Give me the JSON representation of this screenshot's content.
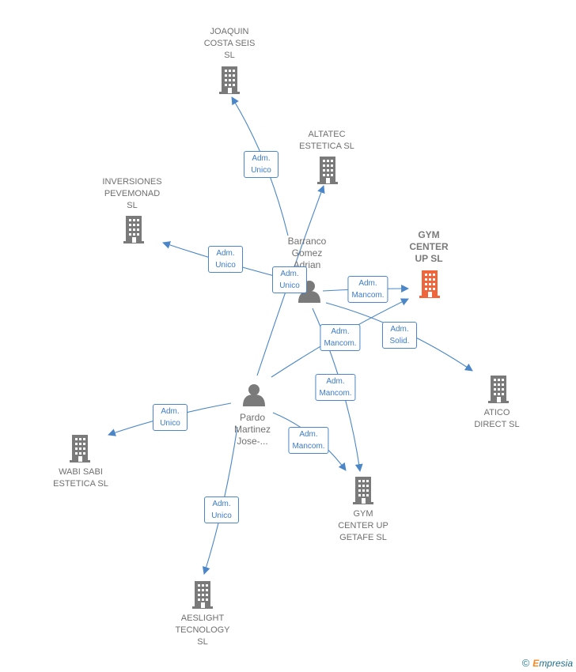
{
  "colors": {
    "edge": "#4a86c8",
    "building": "#7a7a7a",
    "focus_building": "#f0653a",
    "person": "#7a7a7a"
  },
  "nodes": {
    "joaquin": {
      "label": "JOAQUIN\nCOSTA SEIS\nSL",
      "type": "company"
    },
    "altatec": {
      "label": "ALTATEC\nESTETICA  SL",
      "type": "company"
    },
    "inversiones": {
      "label": "INVERSIONES\nPEVEMONAD\nSL",
      "type": "company"
    },
    "gym_center": {
      "label": "GYM\nCENTER\nUP  SL",
      "type": "company-focus"
    },
    "barranco": {
      "label": "Barranco\nGomez\nAdrian",
      "type": "person"
    },
    "atico": {
      "label": "ATICO\nDIRECT  SL",
      "type": "company"
    },
    "pardo": {
      "label": "Pardo\nMartinez\nJose-...",
      "type": "person"
    },
    "wabi": {
      "label": "WABI SABI\nESTETICA SL",
      "type": "company"
    },
    "gym_getafe": {
      "label": "GYM\nCENTER UP\nGETAFE  SL",
      "type": "company"
    },
    "aeslight": {
      "label": "AESLIGHT\nTECNOLOGY\nSL",
      "type": "company"
    }
  },
  "edges": {
    "e1": "Adm.\nUnico",
    "e2": "Adm.\nUnico",
    "e3": "Adm.\nUnico",
    "e4": "Adm.\nMancom.",
    "e5": "Adm.\nSolid.",
    "e6": "Adm.\nMancom.",
    "e7": "Adm.\nMancom.",
    "e8": "Adm.\nUnico",
    "e9": "Adm.\nMancom.",
    "e10": "Adm.\nUnico"
  },
  "footer": {
    "copyright": "©",
    "brand_initial": "E",
    "brand_rest": "mpresia"
  }
}
